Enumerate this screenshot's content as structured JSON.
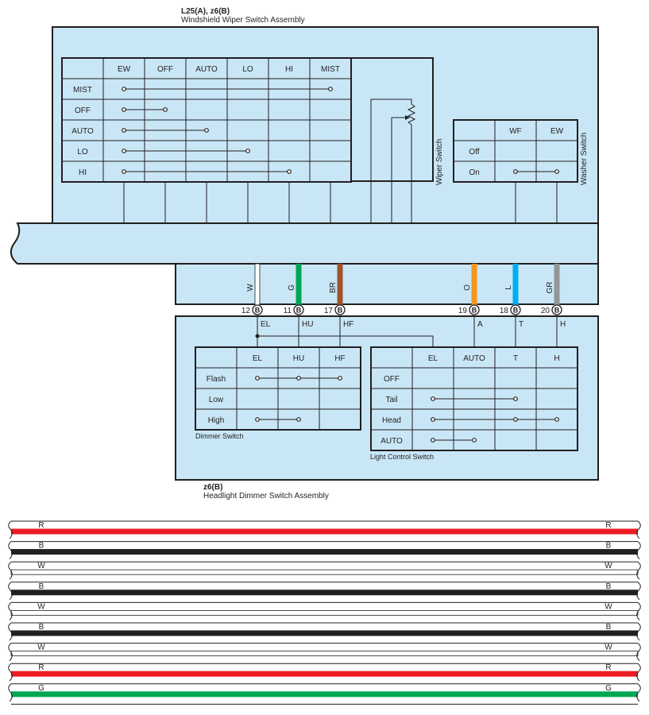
{
  "wiper_assembly": {
    "connector": "L25(A), z6(B)",
    "title": "Windshield Wiper Switch Assembly",
    "wiper_switch_label": "Wiper Switch",
    "washer_switch_label": "Washer Switch",
    "wiper_table": {
      "columns": [
        "EW",
        "OFF",
        "AUTO",
        "LO",
        "HI",
        "MIST"
      ],
      "rows": [
        "MIST",
        "OFF",
        "AUTO",
        "LO",
        "HI"
      ]
    },
    "washer_table": {
      "columns": [
        "WF",
        "EW"
      ],
      "rows": [
        "Off",
        "On"
      ]
    }
  },
  "wires": [
    {
      "color_code": "W",
      "color": "#ffffff",
      "pin": "12",
      "connector": "B",
      "terminal": "EL"
    },
    {
      "color_code": "G",
      "color": "#00a651",
      "pin": "11",
      "connector": "B",
      "terminal": "HU"
    },
    {
      "color_code": "BR",
      "color": "#a0522d",
      "pin": "17",
      "connector": "B",
      "terminal": "HF"
    },
    {
      "color_code": "O",
      "color": "#f7941d",
      "pin": "19",
      "connector": "B",
      "terminal": "A"
    },
    {
      "color_code": "L",
      "color": "#00aeef",
      "pin": "18",
      "connector": "B",
      "terminal": "T"
    },
    {
      "color_code": "GR",
      "color": "#939598",
      "pin": "20",
      "connector": "B",
      "terminal": "H"
    }
  ],
  "headlight_assembly": {
    "connector": "z6(B)",
    "title": "Headlight Dimmer Switch Assembly",
    "dimmer_switch_label": "Dimmer Switch",
    "light_control_label": "Light Control Switch",
    "dimmer_table": {
      "columns": [
        "EL",
        "HU",
        "HF"
      ],
      "rows": [
        "Flash",
        "Low",
        "High"
      ]
    },
    "light_table": {
      "columns": [
        "EL",
        "AUTO",
        "T",
        "H"
      ],
      "rows": [
        "OFF",
        "Tail",
        "Head",
        "AUTO"
      ]
    }
  },
  "cable_bundle": [
    {
      "label": "R",
      "color": "#ed1c24"
    },
    {
      "label": "B",
      "color": "#231f20"
    },
    {
      "label": "W",
      "color": "#ffffff"
    },
    {
      "label": "B",
      "color": "#231f20"
    },
    {
      "label": "W",
      "color": "#ffffff"
    },
    {
      "label": "B",
      "color": "#231f20"
    },
    {
      "label": "W",
      "color": "#ffffff"
    },
    {
      "label": "R",
      "color": "#ed1c24"
    },
    {
      "label": "G",
      "color": "#00a651"
    }
  ]
}
